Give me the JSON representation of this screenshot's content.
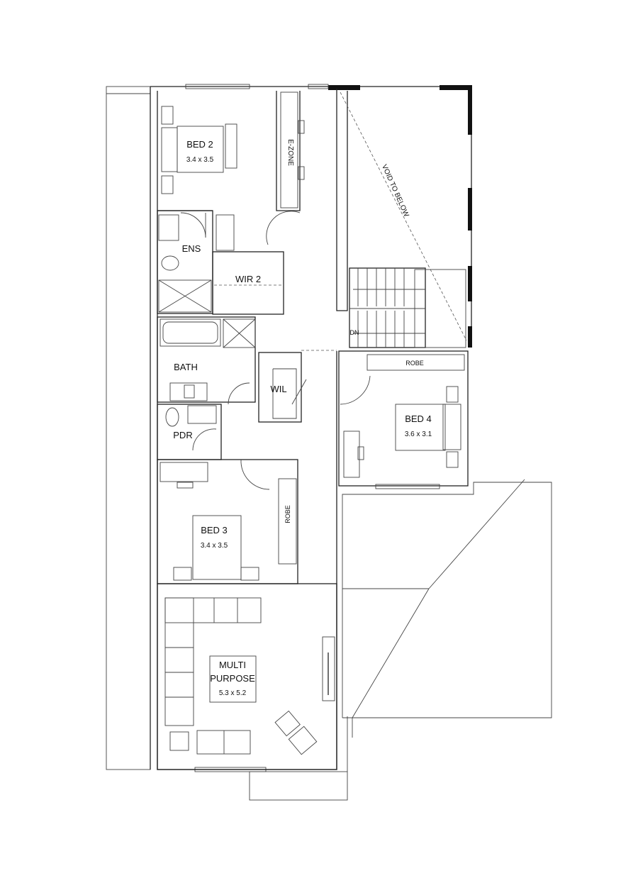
{
  "rooms": {
    "bed2": {
      "name": "BED 2",
      "size": "3.4 x 3.5"
    },
    "ezone": {
      "name": "E-ZONE"
    },
    "void": {
      "name": "VOID TO BELOW"
    },
    "ens": {
      "name": "ENS"
    },
    "wir2": {
      "name": "WIR 2"
    },
    "bath": {
      "name": "BATH"
    },
    "wil": {
      "name": "WIL"
    },
    "pdr": {
      "name": "PDR"
    },
    "bed4": {
      "name": "BED 4",
      "size": "3.6 x 3.1"
    },
    "robe4": {
      "name": "ROBE"
    },
    "bed3": {
      "name": "BED 3",
      "size": "3.4 x 3.5"
    },
    "robe3": {
      "name": "ROBE"
    },
    "multi": {
      "name_line1": "MULTI",
      "name_line2": "PURPOSE",
      "size": "5.3 x 5.2"
    }
  },
  "stairs": {
    "direction_label": "DN"
  }
}
